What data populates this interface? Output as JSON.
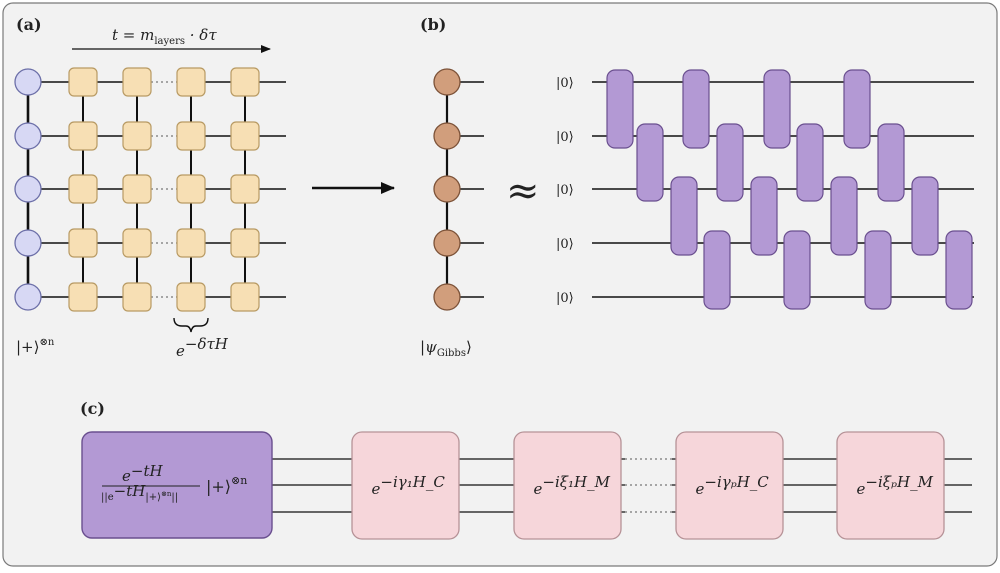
{
  "panels": {
    "a": {
      "label": "(a)",
      "time_label": "t = m_layers · δτ",
      "time_main": "t = m",
      "time_sub": "layers",
      "time_tail": " · δτ",
      "initial_state": "|+⟩^⊗n",
      "initial_state_main": "|+⟩",
      "initial_state_sup": "⊗n",
      "gate_label": "e^{−δτH}",
      "gate_label_main": "e",
      "gate_label_sup": "−δτH"
    },
    "b": {
      "label": "(b)",
      "gibbs_state": "|ψ_Gibbs⟩",
      "gibbs_main": "|ψ",
      "gibbs_sub": "Gibbs",
      "gibbs_tail": "⟩",
      "approx_symbol": "≈",
      "zero_kets": [
        "|0⟩",
        "|0⟩",
        "|0⟩",
        "|0⟩",
        "|0⟩"
      ]
    },
    "c": {
      "label": "(c)",
      "prep_block": {
        "fraction_num": "e^{−tH}",
        "fraction_num_main": "e",
        "fraction_num_sup": "−tH",
        "fraction_den": "||e^{−tH}|+⟩^{⊗n}||",
        "fraction_den_text": "||e",
        "fraction_den_sup1": "−tH",
        "fraction_den_mid": "|+⟩",
        "fraction_den_sup2": "⊗n",
        "fraction_den_end": "||",
        "state": "|+⟩^⊗n",
        "state_main": "|+⟩",
        "state_sup": "⊗n"
      },
      "gates": [
        {
          "label": "e^{−iγ1 HC}",
          "main": "e",
          "sup": "−iγ₁H_C"
        },
        {
          "label": "e^{−iξ1 HM}",
          "main": "e",
          "sup": "−iξ₁H_M"
        },
        {
          "label": "e^{−iγp HC}",
          "main": "e",
          "sup": "−iγₚH_C"
        },
        {
          "label": "e^{−iξp HM}",
          "main": "e",
          "sup": "−iξₚH_M"
        }
      ]
    }
  },
  "colors": {
    "panel_bg": "#f2f2f2",
    "panel_border": "#7a7a7a",
    "blue_node": "#d7d8f4",
    "blue_node_stroke": "#6c6fa8",
    "orange_tensor": "#f7dfb4",
    "orange_tensor_stroke": "#b89a63",
    "brown_node": "#d19e7c",
    "brown_node_stroke": "#7c5238",
    "purple_gate": "#b399d4",
    "purple_gate_stroke": "#6a4f8f",
    "pink_gate": "#f6d6da",
    "pink_gate_stroke": "#b69297"
  }
}
